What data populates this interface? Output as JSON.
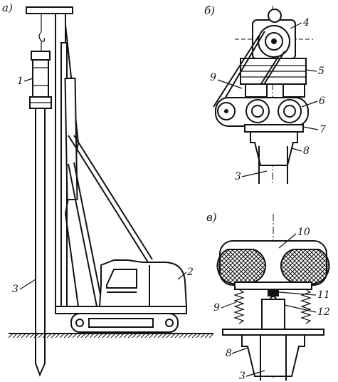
{
  "panels": {
    "a": {
      "label": "а)"
    },
    "b": {
      "label": "б)"
    },
    "v": {
      "label": "в)"
    }
  },
  "callouts": {
    "a": [
      "1",
      "2",
      "3"
    ],
    "b": [
      "4",
      "5",
      "9",
      "6",
      "7",
      "8",
      "3"
    ],
    "v": [
      "10",
      "11",
      "9",
      "12",
      "8",
      "3"
    ]
  }
}
